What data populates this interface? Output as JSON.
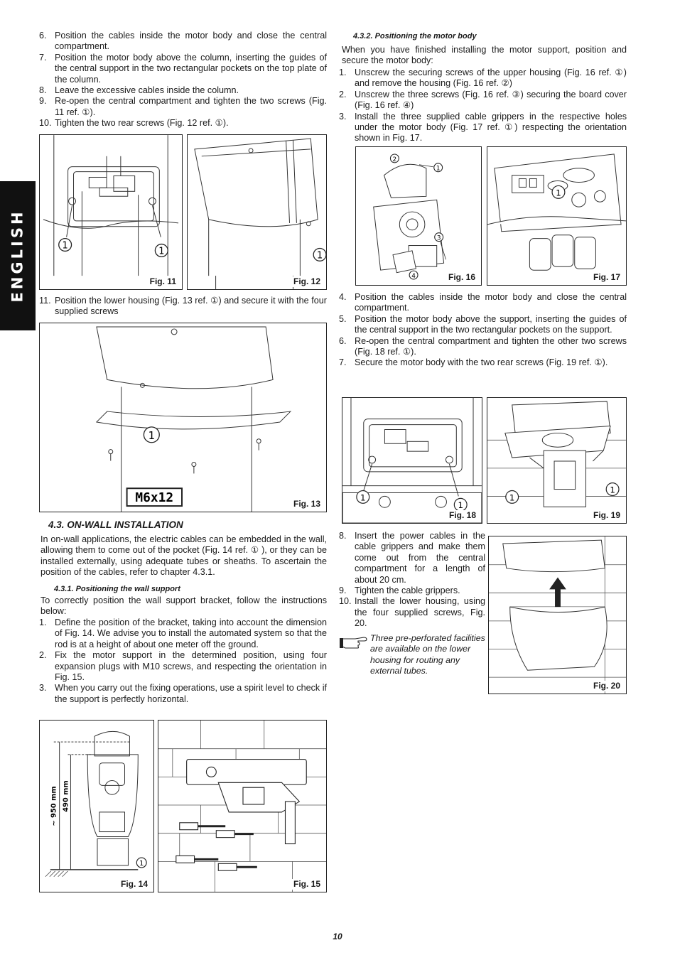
{
  "side_tab": "ENGLISH",
  "list_a": [
    {
      "n": "6.",
      "t": "Position the cables inside the motor body and close the central compartment."
    },
    {
      "n": "7.",
      "t": "Position the motor body above the column, inserting the guides of the central support in the two rectangular pockets on the top plate of the column."
    },
    {
      "n": "8.",
      "t": "Leave the excessive cables inside the column."
    },
    {
      "n": "9.",
      "t": "Re-open the central compartment and tighten the two screws (Fig. 11 ref. ①)."
    },
    {
      "n": "10.",
      "t": "Tighten the two rear screws (Fig. 12 ref. ①)."
    }
  ],
  "list_b": [
    {
      "n": "11.",
      "t": "Position the lower housing (Fig. 13 ref. ①) and secure it with the four supplied screws"
    }
  ],
  "section_43": {
    "title": "4.3. ON-WALL INSTALLATION",
    "body": "In on-wall applications, the electric cables can be embedded in the wall, allowing them to come out of the pocket (Fig. 14 ref. ① ), or they can be installed externally, using adequate tubes or sheaths. To ascertain the position of the cables, refer to chapter 4.3.1."
  },
  "section_431": {
    "title": "4.3.1. Positioning the wall support",
    "intro": "To correctly position the wall support bracket, follow the instructions below:",
    "items": [
      {
        "n": "1.",
        "t": "Define the position of the bracket, taking into account the dimension of Fig. 14. We advise you to install the automated system so that the rod is at a height of about one meter off the ground."
      },
      {
        "n": "2.",
        "t": "Fix the motor support in the determined position, using four expansion plugs with M10 screws, and respecting the orientation in Fig. 15."
      },
      {
        "n": "3.",
        "t": "When you carry out the fixing operations, use a spirit level to check if the support is perfectly horizontal."
      }
    ]
  },
  "section_432": {
    "title": "4.3.2. Positioning the motor body",
    "intro": "When you have finished installing the motor support, position and secure the motor body:",
    "items": [
      {
        "n": "1.",
        "t": "Unscrew the securing screws of the upper housing (Fig. 16 ref. ①) and remove the housing (Fig. 16 ref. ②)"
      },
      {
        "n": "2.",
        "t": "Unscrew the three screws (Fig. 16 ref. ③) securing the board cover (Fig. 16 ref. ④)"
      },
      {
        "n": "3.",
        "t": "Install the three supplied cable grippers in the respective holes under the motor body (Fig. 17 ref. ①) respecting the orientation shown in Fig. 17."
      }
    ]
  },
  "list_c": [
    {
      "n": "4.",
      "t": "Position the cables inside the motor body and close the central compartment."
    },
    {
      "n": "5.",
      "t": "Position the motor body above the support, inserting the guides of the central support in the two rectangular pockets on the support."
    },
    {
      "n": "6.",
      "t": "Re-open the central compartment and tighten the other two screws (Fig. 18 ref. ①)."
    },
    {
      "n": "7.",
      "t": "Secure the motor body with the two rear screws (Fig. 19 ref. ①)."
    }
  ],
  "list_d": [
    {
      "n": "8.",
      "t": "Insert the power cables in the cable grippers and make them come out from the central compartment for a length of about 20 cm."
    },
    {
      "n": "9.",
      "t": "Tighten the cable grippers."
    },
    {
      "n": "10.",
      "t": "Install the lower housing, using the four supplied screws, Fig. 20."
    }
  ],
  "note": "Three pre-perforated facilities are available on the lower housing for routing any external tubes.",
  "figures": {
    "fig11": "Fig. 11",
    "fig12": "Fig. 12",
    "fig13": "Fig. 13",
    "fig14": "Fig. 14",
    "fig15": "Fig. 15",
    "fig16": "Fig. 16",
    "fig17": "Fig. 17",
    "fig18": "Fig. 18",
    "fig19": "Fig. 19",
    "fig20": "Fig. 20"
  },
  "fig13_label": "M6x12",
  "fig14_dims": {
    "total": "~ 950 mm",
    "rod": "490 mm"
  },
  "refs": {
    "r1": "1",
    "r2": "2",
    "r3": "3",
    "r4": "4"
  },
  "page_number": "10"
}
